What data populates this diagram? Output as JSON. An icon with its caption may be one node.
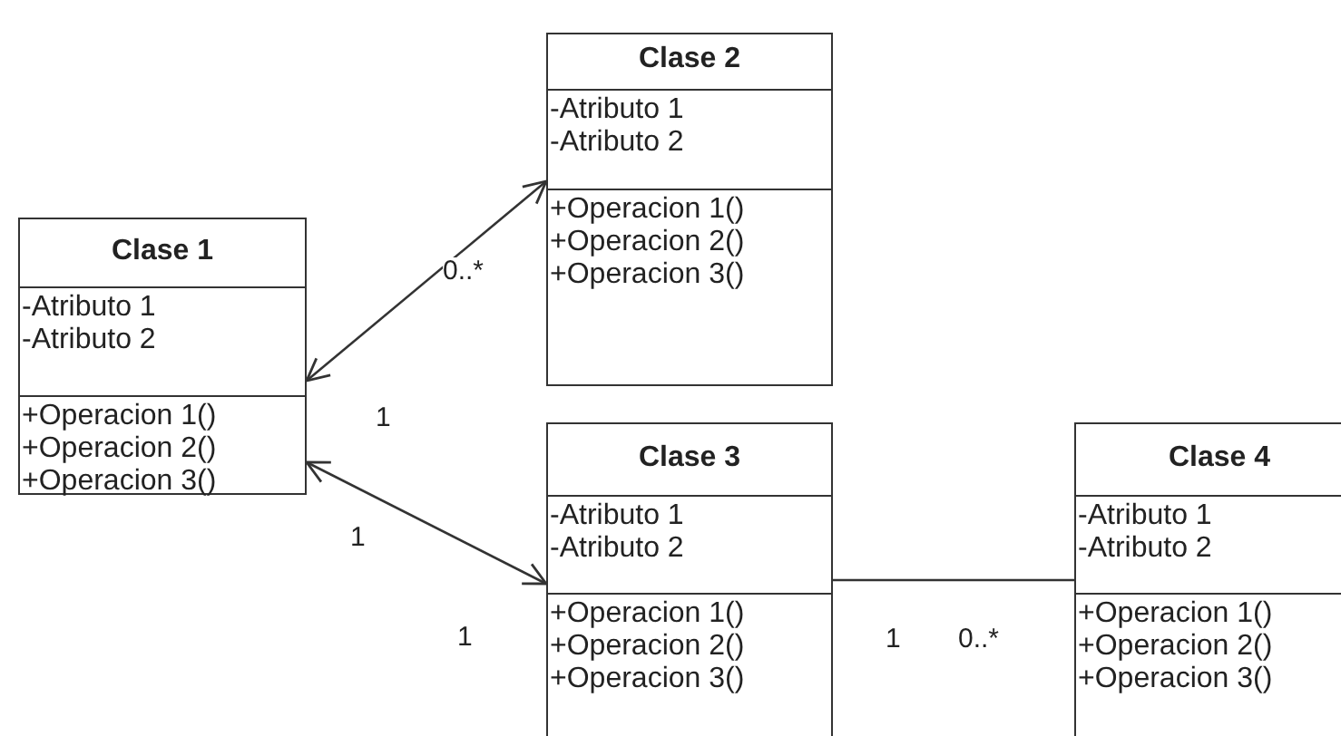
{
  "diagram": {
    "nodes": [
      {
        "text": [
          "Clase 1"
        ]
      },
      {
        "text": [
          "-Atributo 1",
          "-Atributo 2"
        ],
        "in": 0
      },
      {
        "text": [
          "+Operacion 1()",
          "+Operacion 2()",
          "+Operacion 3()"
        ],
        "in": 0
      },
      {
        "text": [
          "Clase 2"
        ]
      },
      {
        "text": [
          "-Atributo 1",
          "-Atributo 2"
        ],
        "in": 3
      },
      {
        "text": [
          "+Operacion 1()",
          "+Operacion 2()",
          "+Operacion 3()"
        ],
        "in": 3
      },
      {
        "text": [
          "Clase 3"
        ]
      },
      {
        "text": [
          "-Atributo 1",
          "-Atributo 2"
        ],
        "in": 6
      },
      {
        "text": [
          "+Operacion 1()",
          "+Operacion 2()",
          "+Operacion 3()"
        ],
        "in": 6
      },
      {
        "text": [
          "Clase 4"
        ]
      },
      {
        "text": [
          "-Atributo 1",
          "-Atributo 2"
        ],
        "in": 9
      },
      {
        "text": [
          "+Operacion 1()",
          "+Operacion 2()",
          "+Operacion 3()"
        ],
        "in": 9
      }
    ],
    "edges": [
      {
        "from": 0,
        "to": 3,
        "arrow": "both"
      },
      {
        "from": 0,
        "to": 6,
        "arrow": "both"
      },
      {
        "from": 6,
        "to": 9,
        "arrow": "none"
      }
    ],
    "labels": [
      "0..*",
      "1",
      "1",
      "1",
      "1",
      "0..*"
    ]
  }
}
